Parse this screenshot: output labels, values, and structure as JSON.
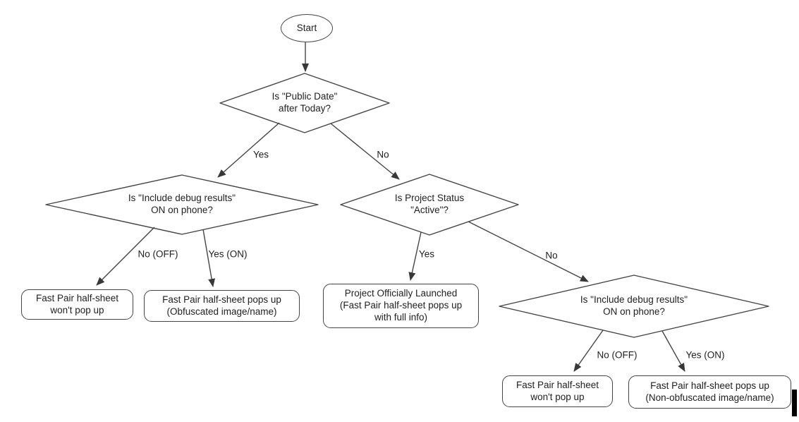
{
  "flowchart": {
    "nodes": [
      {
        "id": "start",
        "type": "terminator",
        "label": "Start"
      },
      {
        "id": "public-date",
        "type": "decision",
        "label": "Is \"Public Date\"\nafter Today?"
      },
      {
        "id": "debug-left",
        "type": "decision",
        "label": "Is \"Include debug results\"\nON on phone?"
      },
      {
        "id": "project-status",
        "type": "decision",
        "label": "Is Project Status\n\"Active\"?"
      },
      {
        "id": "debug-right",
        "type": "decision",
        "label": "Is \"Include debug results\"\nON on phone?"
      },
      {
        "id": "no-popup-left",
        "type": "result",
        "label": "Fast Pair half-sheet\nwon't pop up"
      },
      {
        "id": "obfuscated",
        "type": "result",
        "label": "Fast Pair half-sheet pops up\n(Obfuscated image/name)"
      },
      {
        "id": "launched",
        "type": "result",
        "label": "Project Officially Launched\n(Fast Pair half-sheet pops up\nwith full info)"
      },
      {
        "id": "no-popup-right",
        "type": "result",
        "label": "Fast Pair half-sheet\nwon't pop up"
      },
      {
        "id": "non-obfuscated",
        "type": "result",
        "label": "Fast Pair half-sheet pops up\n(Non-obfuscated image/name)"
      }
    ],
    "edge_labels": [
      {
        "id": "yes-top",
        "label": "Yes"
      },
      {
        "id": "no-top",
        "label": "No"
      },
      {
        "id": "no-off-left",
        "label": "No (OFF)"
      },
      {
        "id": "yes-on-left",
        "label": "Yes (ON)"
      },
      {
        "id": "yes-mid",
        "label": "Yes"
      },
      {
        "id": "no-mid",
        "label": "No"
      },
      {
        "id": "no-off-right",
        "label": "No (OFF)"
      },
      {
        "id": "yes-on-right",
        "label": "Yes (ON)"
      }
    ],
    "colors": {
      "stroke": "#454545",
      "text": "#212121",
      "background": "#ffffff",
      "cursor": "#000000"
    }
  }
}
